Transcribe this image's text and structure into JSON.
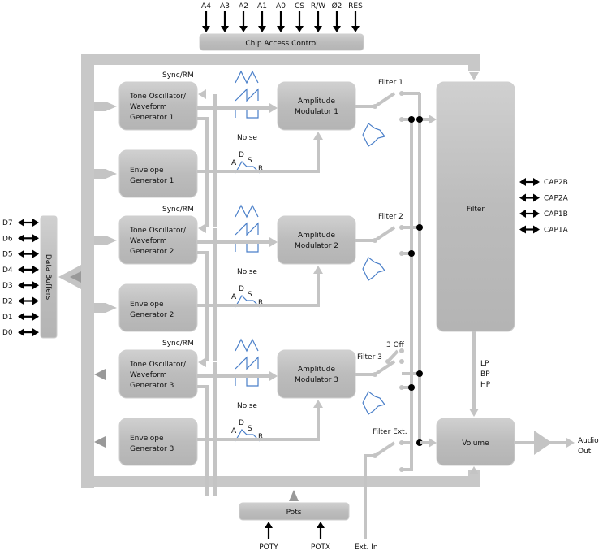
{
  "chip_access_control": {
    "label": "Chip Access Control",
    "pins": [
      "A4",
      "A3",
      "A2",
      "A1",
      "A0",
      "CS",
      "R/W",
      "Ø2",
      "RES"
    ]
  },
  "data_buffers": {
    "label": "Data Buffers",
    "pins": [
      "D7",
      "D6",
      "D5",
      "D4",
      "D3",
      "D2",
      "D1",
      "D0"
    ]
  },
  "voices": [
    {
      "sync": "Sync/RM",
      "tone": [
        "Tone Oscillator/",
        "Waveform",
        "Generator 1"
      ],
      "envelope": [
        "Envelope",
        "Generator 1"
      ],
      "amp": [
        "Amplitude",
        "Modulator 1"
      ],
      "noise": "Noise",
      "adsr": [
        "A",
        "D",
        "S",
        "R"
      ],
      "filter_switch": "Filter 1"
    },
    {
      "sync": "Sync/RM",
      "tone": [
        "Tone Oscillator/",
        "Waveform",
        "Generator 2"
      ],
      "envelope": [
        "Envelope",
        "Generator 2"
      ],
      "amp": [
        "Amplitude",
        "Modulator 2"
      ],
      "noise": "Noise",
      "adsr": [
        "A",
        "D",
        "S",
        "R"
      ],
      "filter_switch": "Filter 2"
    },
    {
      "sync": "Sync/RM",
      "tone": [
        "Tone Oscillator/",
        "Waveform",
        "Generator 3"
      ],
      "envelope": [
        "Envelope",
        "Generator 3"
      ],
      "amp": [
        "Amplitude",
        "Modulator 3"
      ],
      "noise": "Noise",
      "adsr": [
        "A",
        "D",
        "S",
        "R"
      ],
      "filter_switch": "Filter 3"
    }
  ],
  "three_off": "3 Off",
  "filter": {
    "label": "Filter",
    "caps": [
      "CAP2B",
      "CAP2A",
      "CAP1B",
      "CAP1A"
    ],
    "outputs": [
      "LP",
      "BP",
      "HP"
    ]
  },
  "filter_ext": "Filter Ext.",
  "volume": "Volume",
  "audio_out": [
    "Audio",
    "Out"
  ],
  "pots": {
    "label": "Pots",
    "pins": [
      "POTY",
      "POTX"
    ]
  },
  "ext_in": "Ext. In",
  "colors": {
    "block": "#bfbfbf",
    "bus": "#c8c8c8",
    "waveform": "#4a7fc9",
    "pin_arrow": "#000000"
  }
}
